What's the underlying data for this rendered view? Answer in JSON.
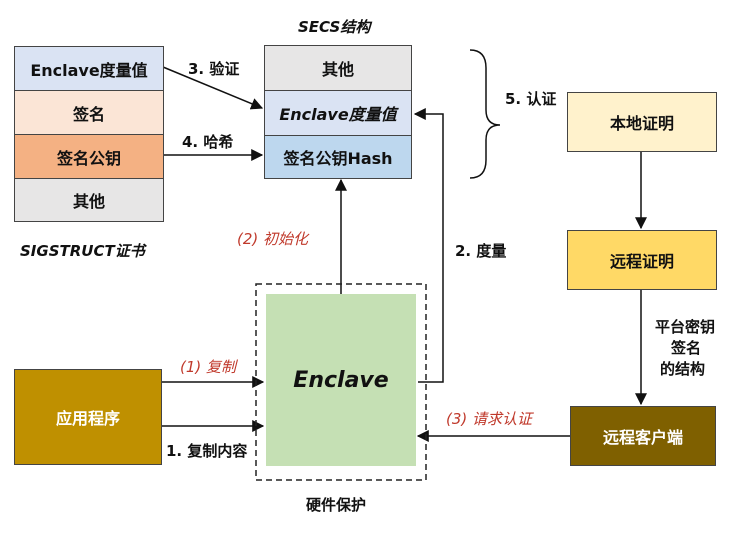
{
  "sigstruct": {
    "rows": [
      "Enclave度量值",
      "签名",
      "签名公钥",
      "其他"
    ],
    "caption": "SIGSTRUCT证书"
  },
  "secs": {
    "title": "SECS结构",
    "rows": [
      "其他",
      "Enclave度量值",
      "签名公钥Hash"
    ]
  },
  "arrows": {
    "verify": "3. 验证",
    "hash": "4. 哈希",
    "certify": "5. 认证",
    "measure": "2. 度量",
    "init": "(2) 初始化",
    "copy": "(1) 复制",
    "copy_content": "1. 复制内容",
    "request": "(3) 请求认证",
    "sign_struct": [
      "平台密钥",
      "签名",
      "的结构"
    ]
  },
  "nodes": {
    "local": "本地证明",
    "remote": "远程证明",
    "client": "远程客户端",
    "app": "应用程序",
    "enclave": "Enclave",
    "hw": "硬件保护"
  },
  "colors": {
    "blue": "#dae3f3",
    "peach_light": "#fbe5d6",
    "peach": "#f4b183",
    "gray": "#e7e6e6",
    "yellow_light": "#fff2cc",
    "yellow": "#ffd966",
    "brown": "#7f6000",
    "gold": "#bf9000",
    "green": "#c5e0b4"
  }
}
